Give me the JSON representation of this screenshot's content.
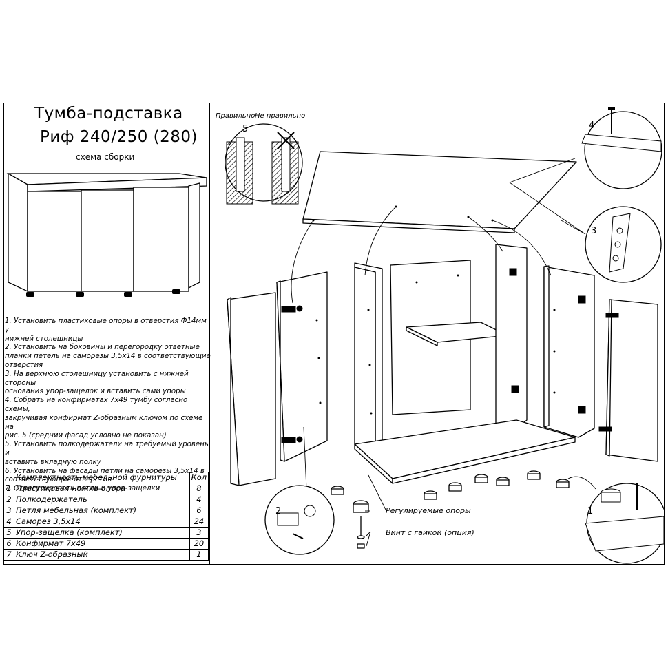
{
  "title": {
    "line1": "Тумба-подставка",
    "line2": "Риф 240/250 (280)",
    "subtitle": "схема сборки"
  },
  "steps": [
    "1. Установить пластиковые опоры в отверстия Ф14мм у",
    "нижней столешницы",
    "2. Установить на боковины и перегородку ответные",
    "планки петель на саморезы 3,5х14 в соответствующие",
    "отверстия",
    "3. На верхнюю столешницу установить с нижней стороны",
    "основания упор-защелок и вставить сами упоры",
    "4. Собрать на конфирматах 7х49 тумбу согласно схемы,",
    "закручивая конфирмат Z-образным ключом по схеме на",
    "рис. 5 (средний фасад условно не показан)",
    "5. Установить полкодержатели на требуемый уровень и",
    "вставить вкладную полку",
    "6. Установить на фасады петли на саморезы 3,5х14 в",
    "соответствующие отверстия",
    "7. Отрегулировать петли и упор-защелки"
  ],
  "parts_table": {
    "header": {
      "name": "Комплектность мебельной фурнитуры",
      "qty": "Кол"
    },
    "rows": [
      {
        "n": "1",
        "name": "Пластиковая ножка-опора",
        "qty": "8"
      },
      {
        "n": "2",
        "name": "Полкодержатель",
        "qty": "4"
      },
      {
        "n": "3",
        "name": "Петля мебельная (комплект)",
        "qty": "6"
      },
      {
        "n": "4",
        "name": "Саморез 3,5х14",
        "qty": "24"
      },
      {
        "n": "5",
        "name": "Упор-защелка (комплект)",
        "qty": "3"
      },
      {
        "n": "6",
        "name": "Конфирмат 7х49",
        "qty": "20"
      },
      {
        "n": "7",
        "name": "Ключ Z-образный",
        "qty": "1"
      }
    ]
  },
  "callouts": {
    "correct": "Правильно",
    "incorrect": "Не правильно",
    "n1": "1",
    "n2": "2",
    "n3": "3",
    "n4": "4",
    "n5": "5"
  },
  "labels": {
    "adjustable_feet": "Регулируемые опоры",
    "screw_nut": "Винт с гайкой (опция)"
  }
}
